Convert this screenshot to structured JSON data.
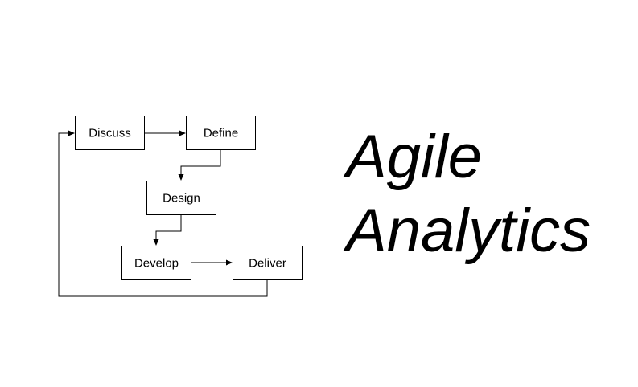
{
  "diagram": {
    "nodes": [
      {
        "id": "discuss",
        "label": "Discuss"
      },
      {
        "id": "define",
        "label": "Define"
      },
      {
        "id": "design",
        "label": "Design"
      },
      {
        "id": "develop",
        "label": "Develop"
      },
      {
        "id": "deliver",
        "label": "Deliver"
      }
    ],
    "edges": [
      {
        "from": "discuss",
        "to": "define"
      },
      {
        "from": "define",
        "to": "design"
      },
      {
        "from": "design",
        "to": "develop"
      },
      {
        "from": "develop",
        "to": "deliver"
      },
      {
        "from": "deliver",
        "to": "discuss"
      }
    ]
  },
  "headline": {
    "line1": "Agile",
    "line2": "Analytics"
  },
  "colors": {
    "stroke": "#000000",
    "background": "#ffffff"
  }
}
